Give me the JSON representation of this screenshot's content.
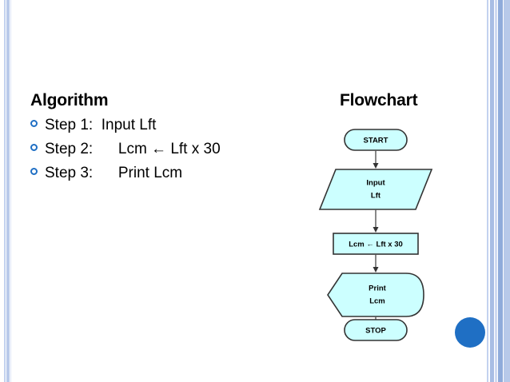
{
  "slide": {
    "background_color": "#ffffff",
    "accent_color": "#1f6fc4",
    "shape_fill": "#ccffff",
    "shape_stroke": "#333333"
  },
  "algorithm": {
    "heading": "Algorithm",
    "items": [
      {
        "bullet": "circle-bullet-icon",
        "label": "Step 1:  Input Lft"
      },
      {
        "bullet": "circle-bullet-icon",
        "label": "Step 2:      Lcm ← Lft x 30"
      },
      {
        "bullet": "circle-bullet-icon",
        "label": "Step 3:      Print Lcm"
      }
    ]
  },
  "flowchart": {
    "heading": "Flowchart",
    "nodes": [
      {
        "id": "start",
        "shape": "terminator",
        "text": "START"
      },
      {
        "id": "input",
        "shape": "parallelogram",
        "line1": "Input",
        "line2": "Lft"
      },
      {
        "id": "process",
        "shape": "rectangle",
        "text": "Lcm ← Lft x 30"
      },
      {
        "id": "output",
        "shape": "display",
        "line1": "Print",
        "line2": "Lcm"
      },
      {
        "id": "stop",
        "shape": "terminator",
        "text": "STOP"
      }
    ],
    "connectors": [
      {
        "from": "start",
        "to": "input",
        "arrow": "down-arrow-icon"
      },
      {
        "from": "input",
        "to": "process",
        "arrow": "down-arrow-icon"
      },
      {
        "from": "process",
        "to": "output",
        "arrow": "down-arrow-icon"
      },
      {
        "from": "output",
        "to": "stop",
        "arrow": "down-arrow-icon"
      }
    ]
  },
  "decoration": {
    "circle": "blue-circle-decoration"
  }
}
